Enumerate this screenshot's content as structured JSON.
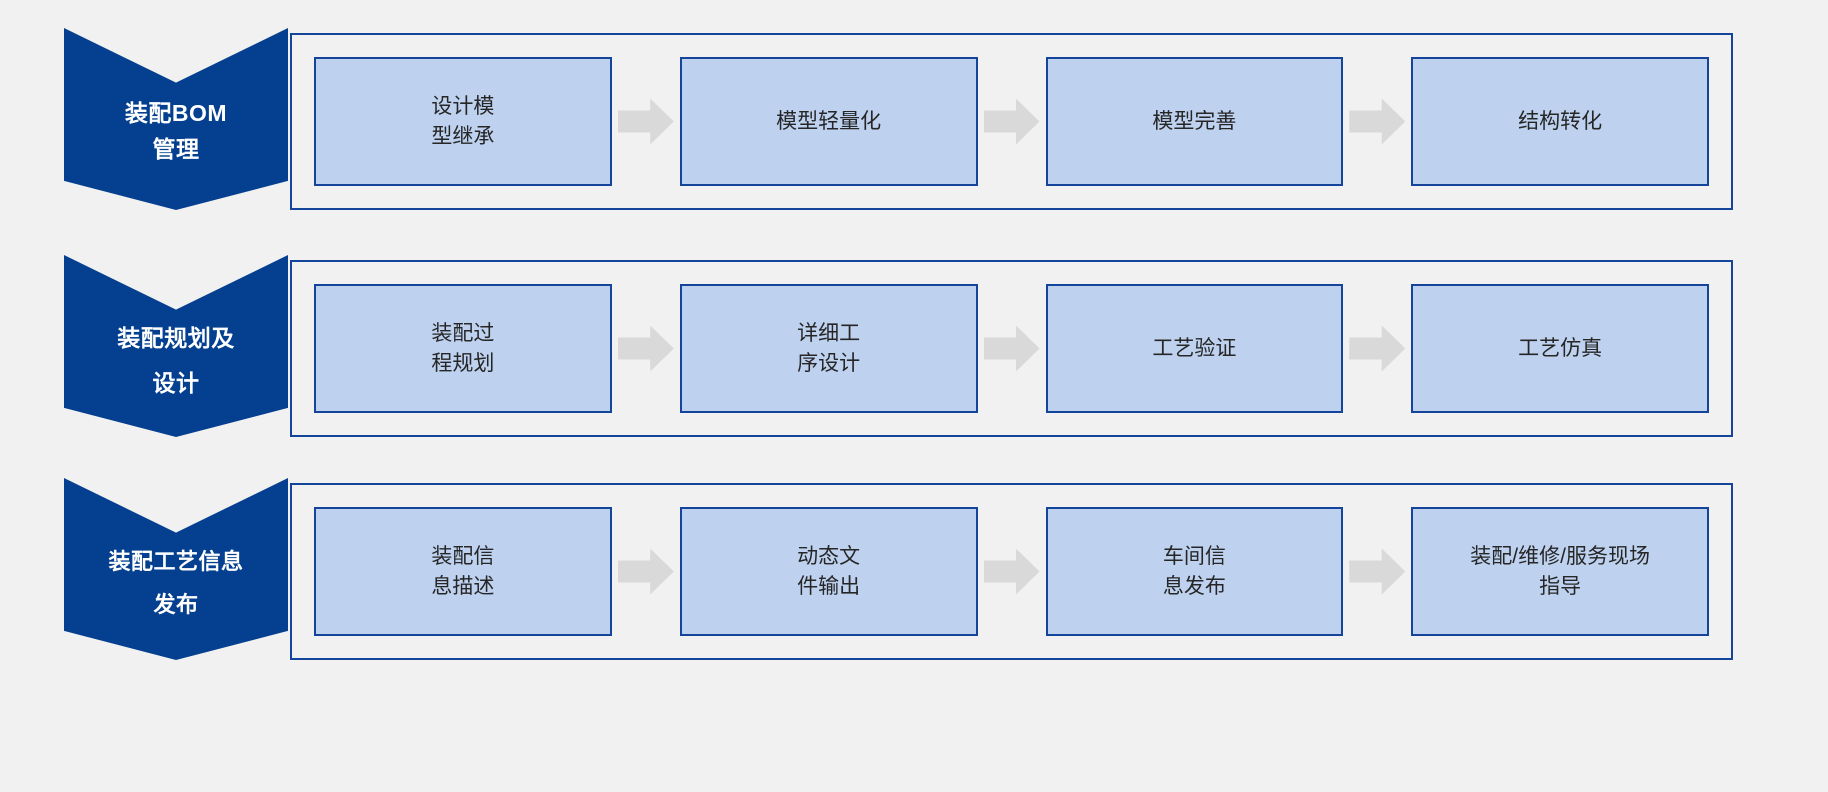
{
  "page": {
    "background_color": "#F1F1F1",
    "banner_color": "#04408F",
    "box_fill_color": "#BED2F0",
    "box_border_color": "#14459B",
    "arrow_color": "#D9D9D9",
    "text_color": "#262626"
  },
  "rows": [
    {
      "banner_label": "装配BOM\n管理",
      "steps": [
        {
          "label": "设计模\n型继承"
        },
        {
          "label": "模型轻量化"
        },
        {
          "label": "模型完善"
        },
        {
          "label": "结构转化"
        }
      ]
    },
    {
      "banner_label": "装配规划及\n设计",
      "steps": [
        {
          "label": "装配过\n程规划"
        },
        {
          "label": "详细工\n序设计"
        },
        {
          "label": "工艺验证"
        },
        {
          "label": "工艺仿真"
        }
      ]
    },
    {
      "banner_label": "装配工艺信息\n发布",
      "steps": [
        {
          "label": "装配信\n息描述"
        },
        {
          "label": "动态文\n件输出"
        },
        {
          "label": "车间信\n息发布"
        },
        {
          "label": "装配/维修/服务现场\n指导"
        }
      ]
    }
  ]
}
